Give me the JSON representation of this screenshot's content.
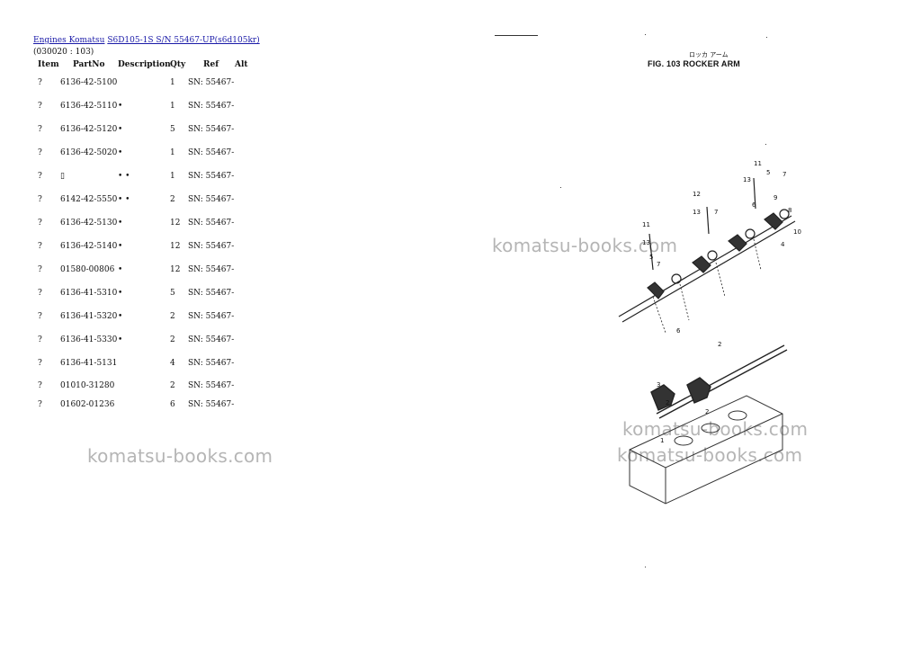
{
  "breadcrumb": {
    "link1": "Engines Komatsu",
    "link2": "S6D105-1S S/N 55467-UP(s6d105kr)"
  },
  "page_code": "(030020 : 103)",
  "table": {
    "headers": {
      "item": "Item",
      "partno": "PartNo",
      "description": "Description",
      "qty": "Qty",
      "ref": "Ref",
      "alt": "Alt"
    },
    "rows": [
      {
        "item": "?",
        "partno": "6136-42-5100",
        "desc": "",
        "qty": "1",
        "ref": "SN: 55467-"
      },
      {
        "item": "?",
        "partno": "6136-42-5110",
        "desc": "•",
        "qty": "1",
        "ref": "SN: 55467-"
      },
      {
        "item": "?",
        "partno": "6136-42-5120",
        "desc": "•",
        "qty": "5",
        "ref": "SN: 55467-"
      },
      {
        "item": "?",
        "partno": "6136-42-5020",
        "desc": "•",
        "qty": "1",
        "ref": "SN: 55467-"
      },
      {
        "item": "?",
        "partno": "▯",
        "desc": "• •",
        "qty": "1",
        "ref": "SN: 55467-"
      },
      {
        "item": "?",
        "partno": "6142-42-5550",
        "desc": "• •",
        "qty": "2",
        "ref": "SN: 55467-"
      },
      {
        "item": "?",
        "partno": "6136-42-5130",
        "desc": "•",
        "qty": "12",
        "ref": "SN: 55467-"
      },
      {
        "item": "?",
        "partno": "6136-42-5140",
        "desc": "•",
        "qty": "12",
        "ref": "SN: 55467-"
      },
      {
        "item": "?",
        "partno": "01580-00806",
        "desc": "•",
        "qty": "12",
        "ref": "SN: 55467-"
      },
      {
        "item": "?",
        "partno": "6136-41-5310",
        "desc": "•",
        "qty": "5",
        "ref": "SN: 55467-"
      },
      {
        "item": "?",
        "partno": "6136-41-5320",
        "desc": "•",
        "qty": "2",
        "ref": "SN: 55467-"
      },
      {
        "item": "?",
        "partno": "6136-41-5330",
        "desc": "•",
        "qty": "2",
        "ref": "SN: 55467-"
      },
      {
        "item": "?",
        "partno": "6136-41-5131",
        "desc": "",
        "qty": "4",
        "ref": "SN: 55467-"
      },
      {
        "item": "?",
        "partno": "01010-31280",
        "desc": "",
        "qty": "2",
        "ref": "SN: 55467-"
      },
      {
        "item": "?",
        "partno": "01602-01236",
        "desc": "",
        "qty": "6",
        "ref": "SN: 55467-"
      }
    ]
  },
  "watermark": "komatsu-books.com",
  "figure": {
    "title": "FIG. 103  ROCKER ARM",
    "japanese": "ロッカ アーム",
    "callouts": [
      "11",
      "13",
      "5",
      "7",
      "12",
      "13",
      "7",
      "6",
      "9",
      "8",
      "4",
      "10",
      "11",
      "13",
      "5",
      "7",
      "6",
      "2",
      "3",
      "2",
      "2",
      "1"
    ]
  }
}
